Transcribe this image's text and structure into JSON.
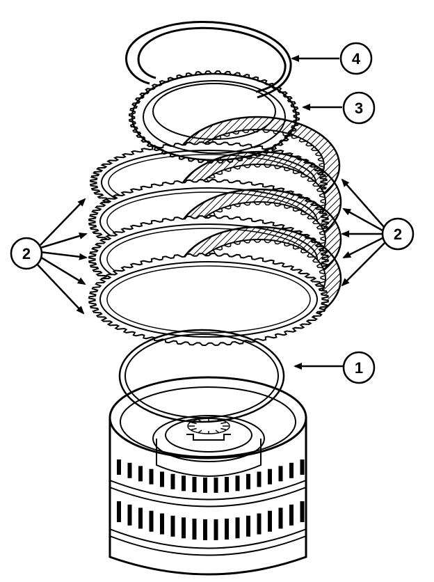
{
  "diagram": {
    "callouts": [
      {
        "id": "c1",
        "label": "1"
      },
      {
        "id": "c2-left",
        "label": "2"
      },
      {
        "id": "c2-right",
        "label": "2"
      },
      {
        "id": "c3",
        "label": "3"
      },
      {
        "id": "c4",
        "label": "4"
      }
    ],
    "colors": {
      "ink": "#000000",
      "paper": "#ffffff"
    }
  }
}
